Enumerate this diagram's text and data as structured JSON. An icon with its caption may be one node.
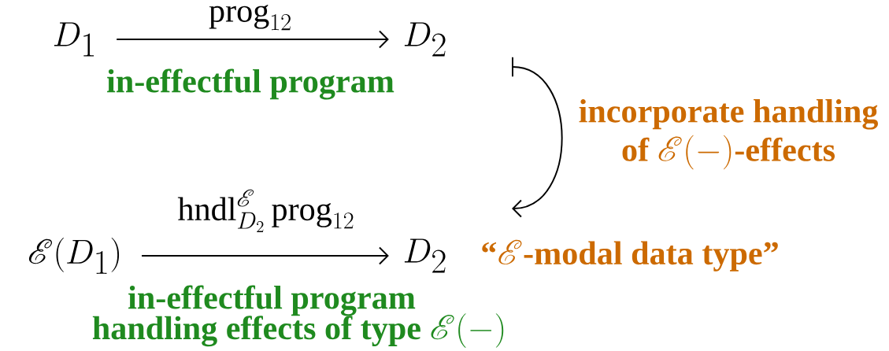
{
  "diagram": {
    "nodes": [
      {
        "text": [
          "D_1"
        ]
      },
      {
        "text": [
          "D_2"
        ]
      },
      {
        "text": [
          "\\mathscr{E}(D_1)"
        ]
      },
      {
        "text": [
          "D_2"
        ],
        "beside": [
          "\\textbf{``}\\mathscr{E}\\textbf{-modal data type''}"
        ]
      }
    ],
    "edges": [
      {
        "from": 0,
        "to": 1,
        "arrow": "to",
        "label": "\\mathrm{prog}_{12}"
      },
      {
        "from": 2,
        "to": 3,
        "arrow": "to",
        "label": "\\mathrm{hndl}^{\\mathscr{E}}_{D_2}\\,\\mathrm{prog}_{12}"
      }
    ],
    "labels": [
      "in-effectful program",
      "\\begin{array}{c}\\textbf{incorporate handling}\\\\ \\textbf{of }\\mathscr{E}(-)\\textbf{-effects}\\end{array}",
      "in-effectful program",
      "\\textbf{handling effects of type }\\mathscr{E}(-)"
    ]
  }
}
